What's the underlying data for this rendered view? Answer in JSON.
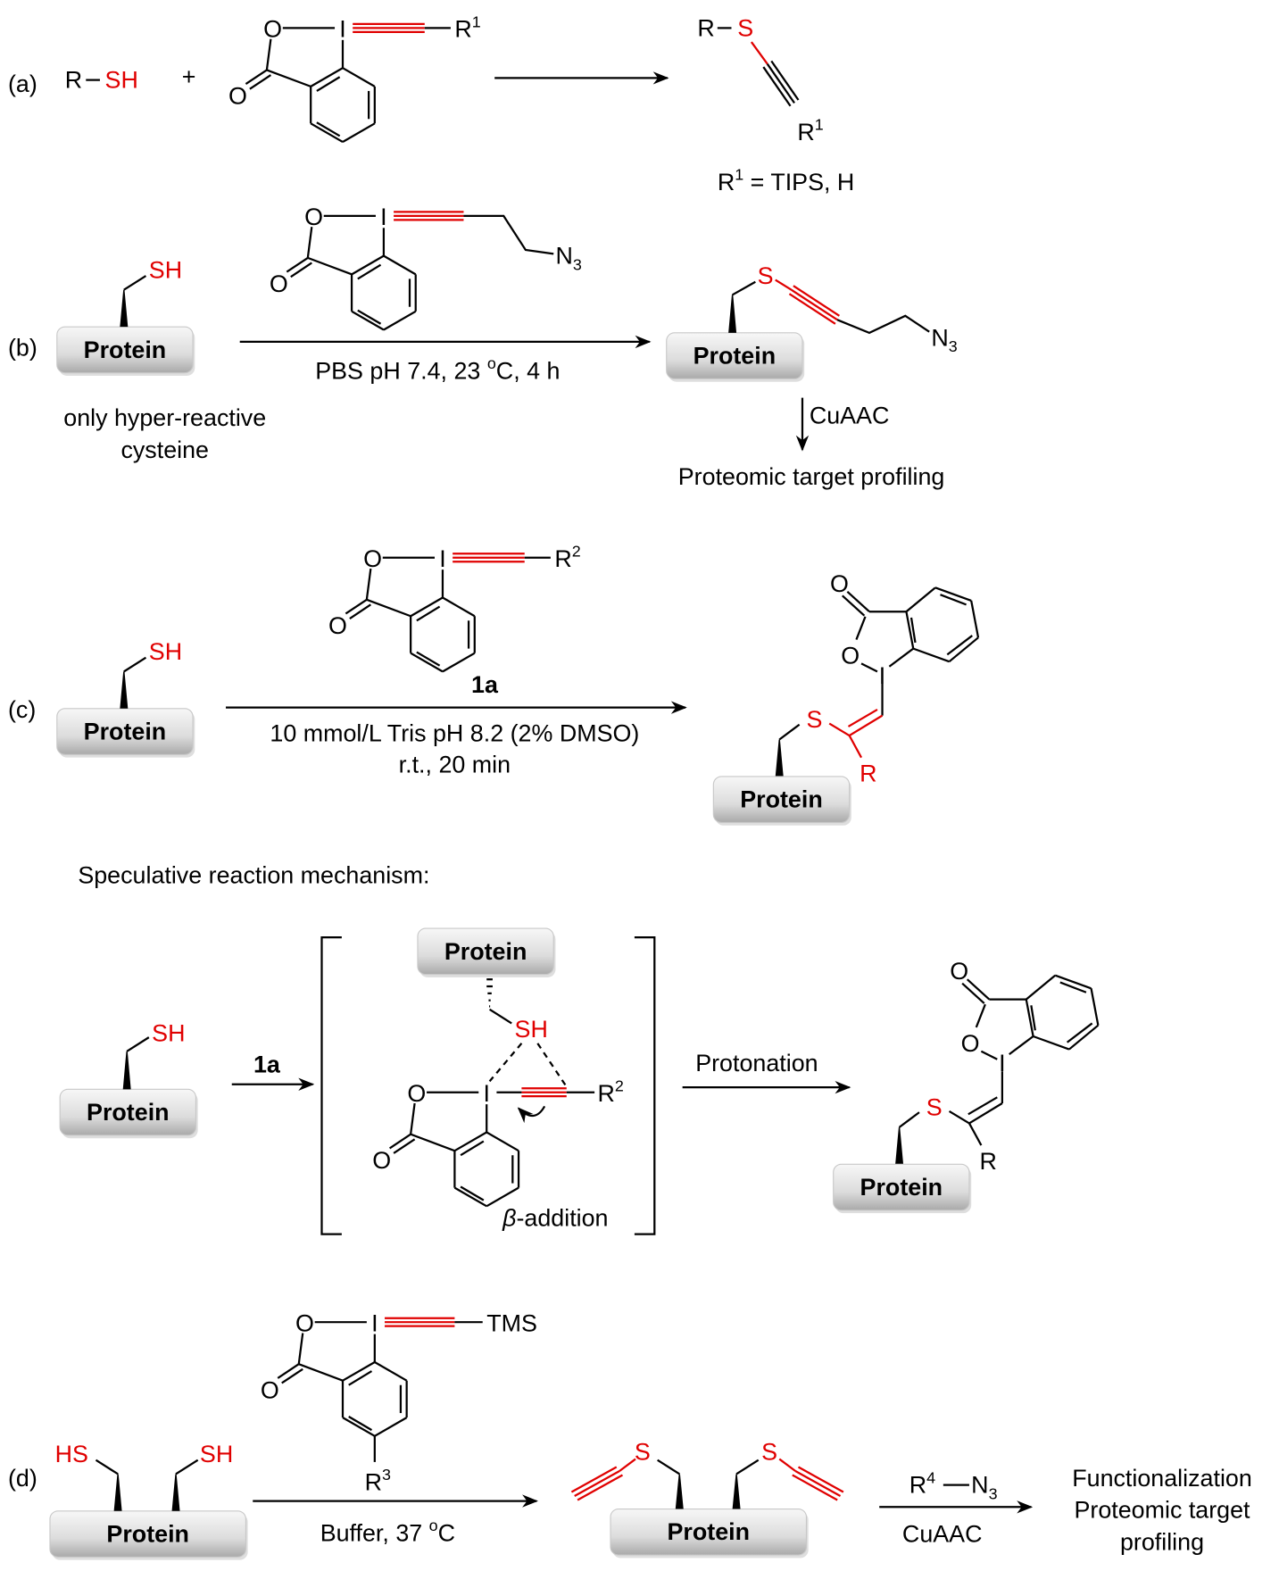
{
  "atoms": {
    "O": "O",
    "I": "I",
    "S": "S",
    "SH": "SH",
    "HS": "HS",
    "R": "R",
    "N": "N",
    "sub3": "3",
    "dash": "−"
  },
  "protein_label": "Protein",
  "colors": {
    "highlight": "#e00000",
    "bond": "#000000"
  },
  "panel_a": {
    "label": "(a)",
    "plus": "+",
    "sup1": "1",
    "note_R": "R",
    "note_sup": "1",
    "note_rest": " = TIPS, H"
  },
  "panel_b": {
    "label": "(b)",
    "conditions": "PBS pH 7.4, 23 ",
    "deg": "o",
    "conditions_end": "C, 4 h",
    "note_line1": "only hyper-reactive",
    "note_line2": "cysteine",
    "step": "CuAAC",
    "result": "Proteomic target profiling"
  },
  "panel_c": {
    "label": "(c)",
    "compound": "1a",
    "sup2": "2",
    "conditions_line1": "10 mmol/L Tris pH 8.2 (2% DMSO)",
    "conditions_line2": "r.t., 20 min"
  },
  "mechanism": {
    "title": "Speculative reaction mechanism:",
    "compound": "1a",
    "sup2": "2",
    "beta": "β",
    "addition": "-addition",
    "step": "Protonation"
  },
  "panel_d": {
    "label": "(d)",
    "tms": "TMS",
    "sup3": "3",
    "conditions": "Buffer, 37 ",
    "deg": "o",
    "conditions_end": "C",
    "reagent_R": "R",
    "reagent_sup": "4",
    "reagent_N": "N",
    "reagent_sub": "3",
    "step": "CuAAC",
    "result_line1": "Functionalization",
    "result_line2": "Proteomic target",
    "result_line3": "profiling"
  }
}
